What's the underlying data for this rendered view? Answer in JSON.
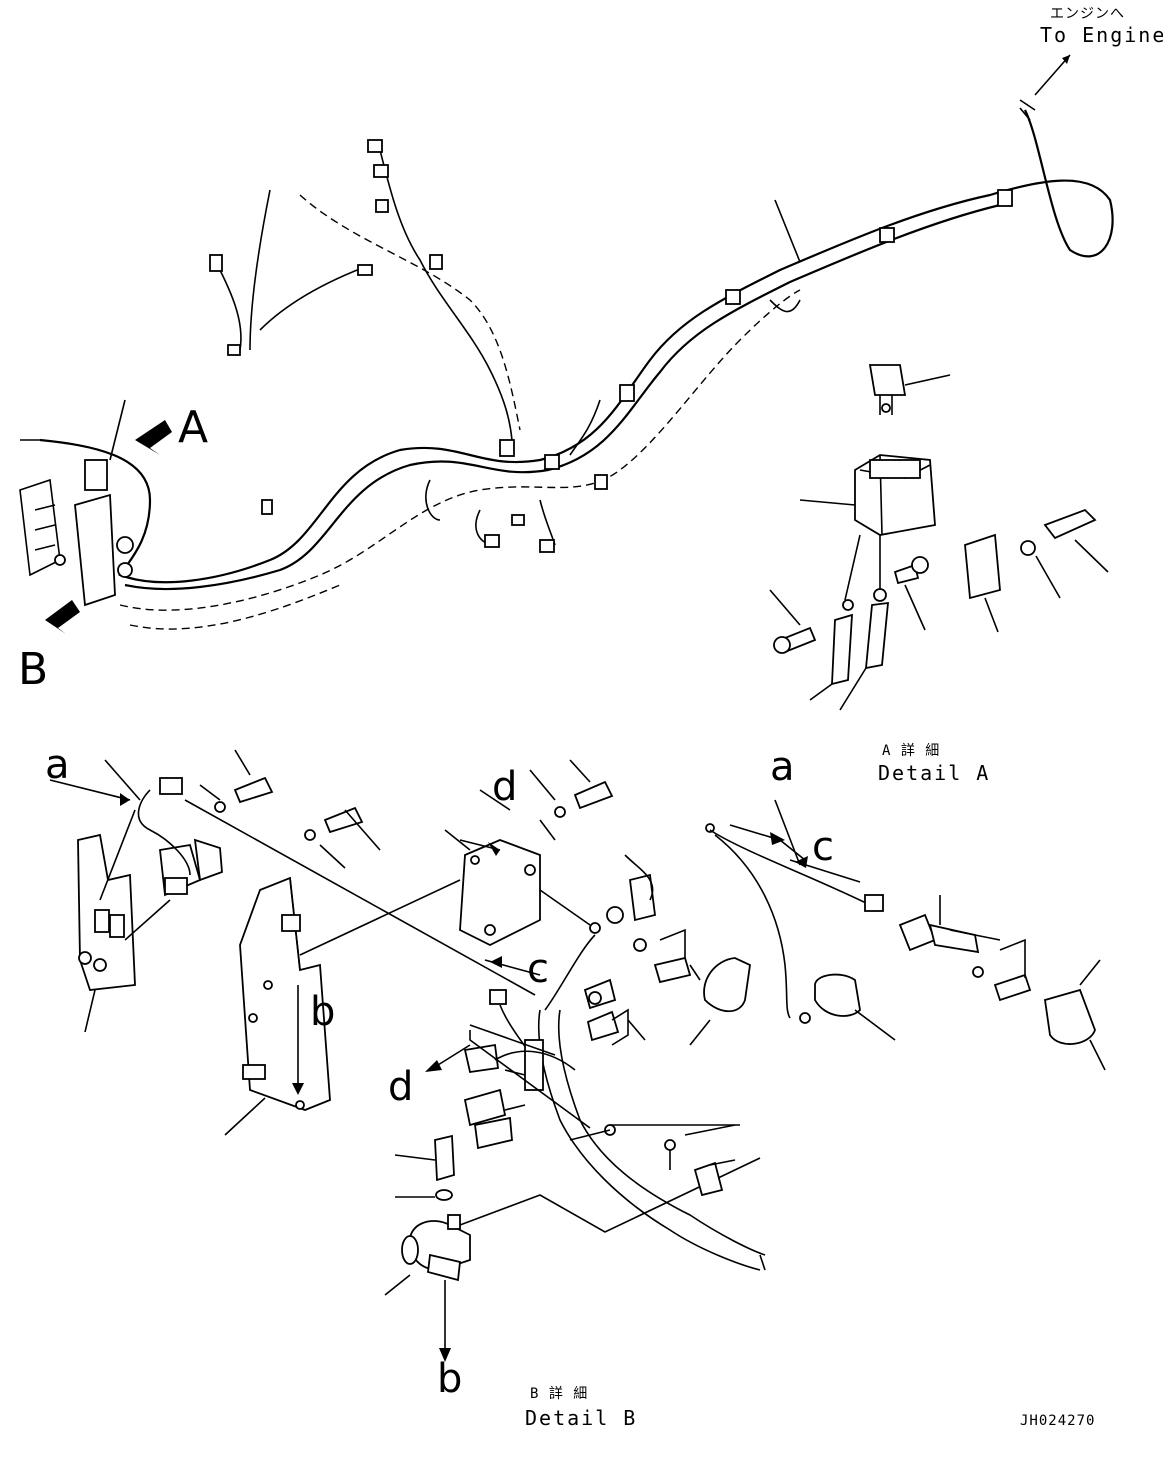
{
  "labels": {
    "view_a_callout": "A",
    "view_b_callout": "B",
    "engine_ja": "エンジンへ",
    "engine_en": "To Engine",
    "detail_a_ja": "A 詳 細",
    "detail_a_en": "Detail A",
    "detail_b_ja": "B 詳 細",
    "detail_b_en": "Detail B",
    "ref_a": "a",
    "ref_b": "b",
    "ref_c": "c",
    "ref_d": "d",
    "drawing_number": "JH024270"
  }
}
